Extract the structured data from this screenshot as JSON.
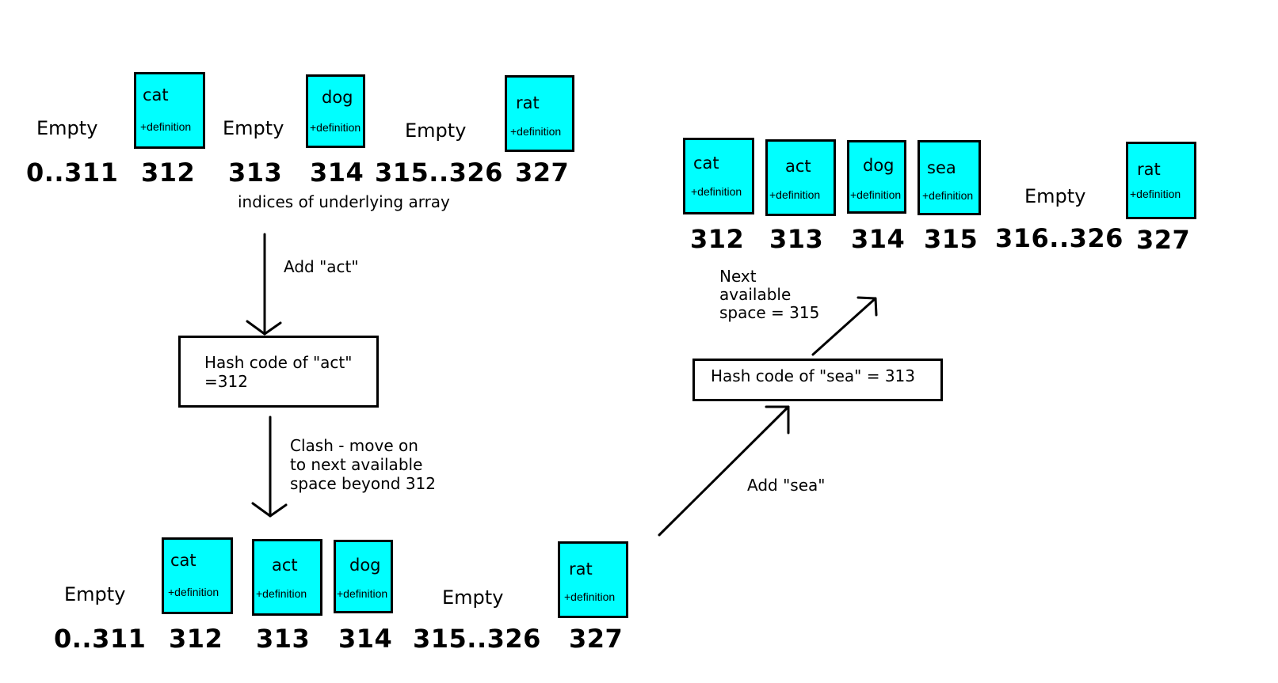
{
  "top_array": {
    "slots": [
      {
        "kind": "empty",
        "text": "Empty",
        "index": "0..311"
      },
      {
        "kind": "cell",
        "word": "cat",
        "def": "+definition",
        "index": "312"
      },
      {
        "kind": "empty",
        "text": "Empty",
        "index": "313"
      },
      {
        "kind": "cell",
        "word": "dog",
        "def": "+definition",
        "index": "314"
      },
      {
        "kind": "empty",
        "text": "Empty",
        "index": "315..326"
      },
      {
        "kind": "cell",
        "word": "rat",
        "def": "+definition",
        "index": "327"
      }
    ],
    "caption": "indices of underlying array"
  },
  "step1": {
    "arrow_label": "Add \"act\"",
    "box_text": "Hash code of \"act\"\n=312",
    "clash_label": "Clash - move on\nto next available\nspace beyond 312"
  },
  "bottom_array": {
    "slots": [
      {
        "kind": "empty",
        "text": "Empty",
        "index": "0..311"
      },
      {
        "kind": "cell",
        "word": "cat",
        "def": "+definition",
        "index": "312"
      },
      {
        "kind": "cell",
        "word": "act",
        "def": "+definition",
        "index": "313"
      },
      {
        "kind": "cell",
        "word": "dog",
        "def": "+definition",
        "index": "314"
      },
      {
        "kind": "empty",
        "text": "Empty",
        "index": "315..326"
      },
      {
        "kind": "cell",
        "word": "rat",
        "def": "+definition",
        "index": "327"
      }
    ]
  },
  "step2": {
    "arrow_label": "Add \"sea\"",
    "box_text": "Hash code of \"sea\" = 313",
    "next_label": "Next\navailable\nspace = 315"
  },
  "right_array": {
    "slots": [
      {
        "kind": "cell",
        "word": "cat",
        "def": "+definition",
        "index": "312"
      },
      {
        "kind": "cell",
        "word": "act",
        "def": "+definition",
        "index": "313"
      },
      {
        "kind": "cell",
        "word": "dog",
        "def": "+definition",
        "index": "314"
      },
      {
        "kind": "cell",
        "word": "sea",
        "def": "+definition",
        "index": "315"
      },
      {
        "kind": "empty",
        "text": "Empty",
        "index": "316..326"
      },
      {
        "kind": "cell",
        "word": "rat",
        "def": "+definition",
        "index": "327"
      }
    ]
  },
  "colors": {
    "cell_fill": "#00ffff",
    "stroke": "#000000",
    "background": "#ffffff"
  }
}
